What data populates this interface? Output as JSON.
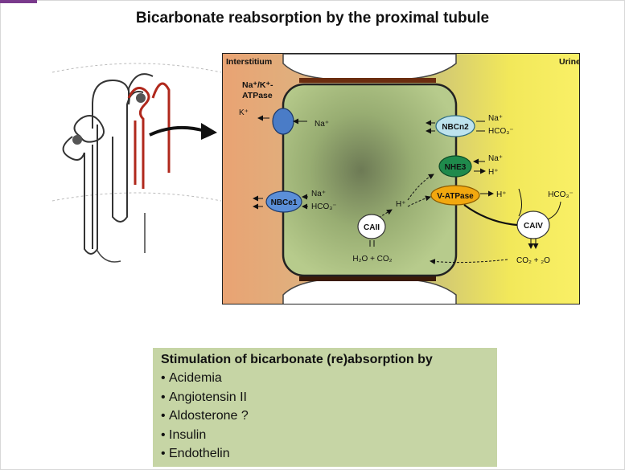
{
  "slide": {
    "title": "Bicarbonate reabsorption by the proximal tubule"
  },
  "diagram": {
    "compartments": {
      "left": "Interstitium",
      "right": "Urine"
    },
    "transporters": {
      "nak_atpase_line1": "Na⁺/K⁺-",
      "nak_atpase_line2": "ATPase",
      "nak_k": "K⁺",
      "nak_na": "Na⁺",
      "nbce1": "NBCe1",
      "nbce1_na": "Na⁺",
      "nbce1_hco3": "HCO₃⁻",
      "nbcn2": "NBCn2",
      "nbcn2_na": "Na⁺",
      "nbcn2_hco3": "HCO₃⁻",
      "nhe3": "NHE3",
      "nhe3_na": "Na⁺",
      "nhe3_h": "H⁺",
      "vatpase": "V-ATPase",
      "vatpase_h": "H⁺",
      "cytosol_h": "H⁺",
      "urine_hco3": "HCO₃⁻"
    },
    "enzymes": {
      "caii": "CAII",
      "caiv": "CAIV"
    },
    "reactions": {
      "cell": "H₂O + CO₂",
      "urine": "CO₂ + ₂O"
    },
    "colors": {
      "interstitium": "#e9a373",
      "urine": "#f7ee5a",
      "cell": "#a9bd7e",
      "nak_atpase": "#4a7cc7",
      "nbce1": "#5b8fd8",
      "nbcn2": "#bde3ee",
      "nhe3": "#1f8a4c",
      "vatpase": "#f2a80f"
    }
  },
  "stimulation": {
    "title": "Stimulation of bicarbonate (re)absorption by",
    "items": [
      "Acidemia",
      "Angiotensin II",
      "Aldosterone ?",
      "Insulin",
      "Endothelin"
    ]
  }
}
